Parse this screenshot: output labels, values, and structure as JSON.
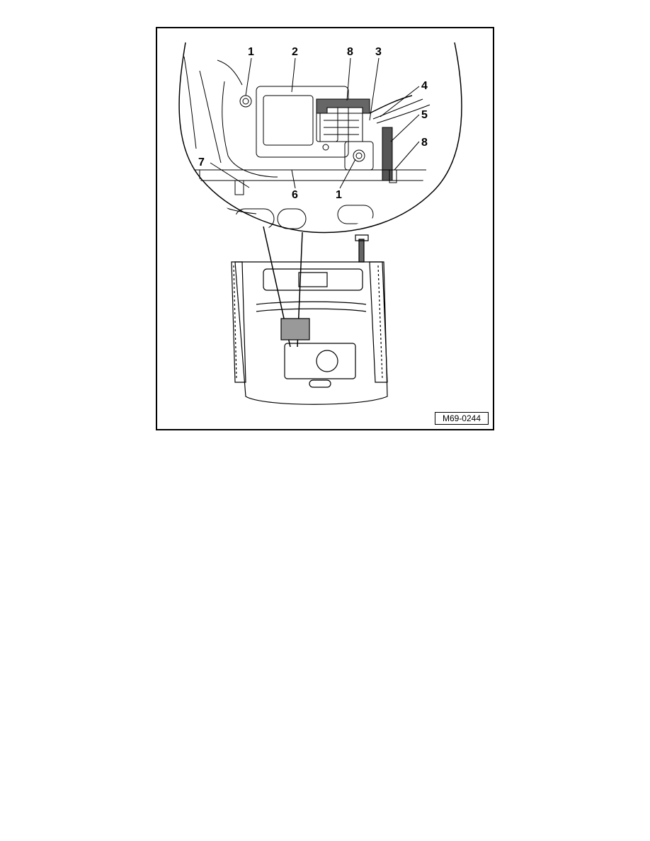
{
  "figure": {
    "reference_code": "M69-0244",
    "callouts": [
      {
        "id": "1",
        "label": "1"
      },
      {
        "id": "2",
        "label": "2"
      },
      {
        "id": "8",
        "label": "8"
      },
      {
        "id": "3",
        "label": "3"
      },
      {
        "id": "4",
        "label": "4"
      },
      {
        "id": "5",
        "label": "5"
      },
      {
        "id": "8b",
        "label": "8"
      },
      {
        "id": "7",
        "label": "7"
      },
      {
        "id": "6",
        "label": "6"
      },
      {
        "id": "1b",
        "label": "1"
      }
    ]
  }
}
